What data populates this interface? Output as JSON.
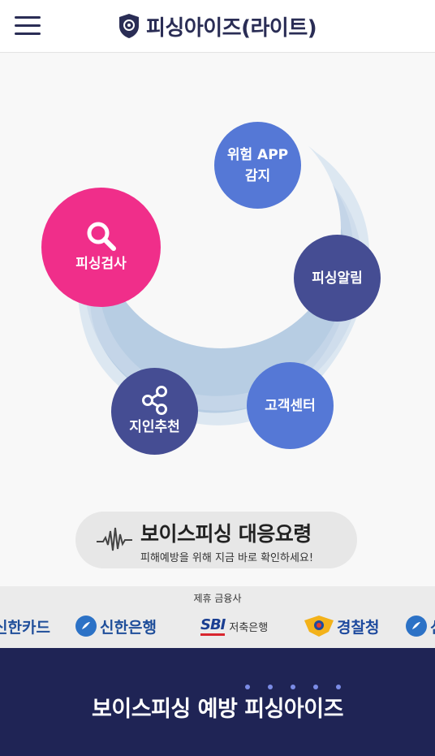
{
  "header": {
    "title": "피싱아이즈(라이트)"
  },
  "menu": {
    "search": "피싱검사",
    "risk_app_line1": "위험 APP",
    "risk_app_line2": "감지",
    "alert": "피싱알림",
    "customer_center": "고객센터",
    "recommend": "지인추천"
  },
  "voice_banner": {
    "title": "보이스피싱 대응요령",
    "subtitle": "피해예방을 위해 지금 바로 확인하세요!"
  },
  "partners": {
    "title": "제휴 금융사",
    "logos": [
      "신한카드",
      "신한은행",
      "SBI",
      "저축은행",
      "경찰청",
      "신"
    ]
  },
  "footer": {
    "title": "보이스피싱 예방 피싱아이즈"
  },
  "colors": {
    "navy": "#1f2455",
    "pink": "#f02e8a",
    "blue": "#5578d6",
    "indigo": "#454d93"
  }
}
